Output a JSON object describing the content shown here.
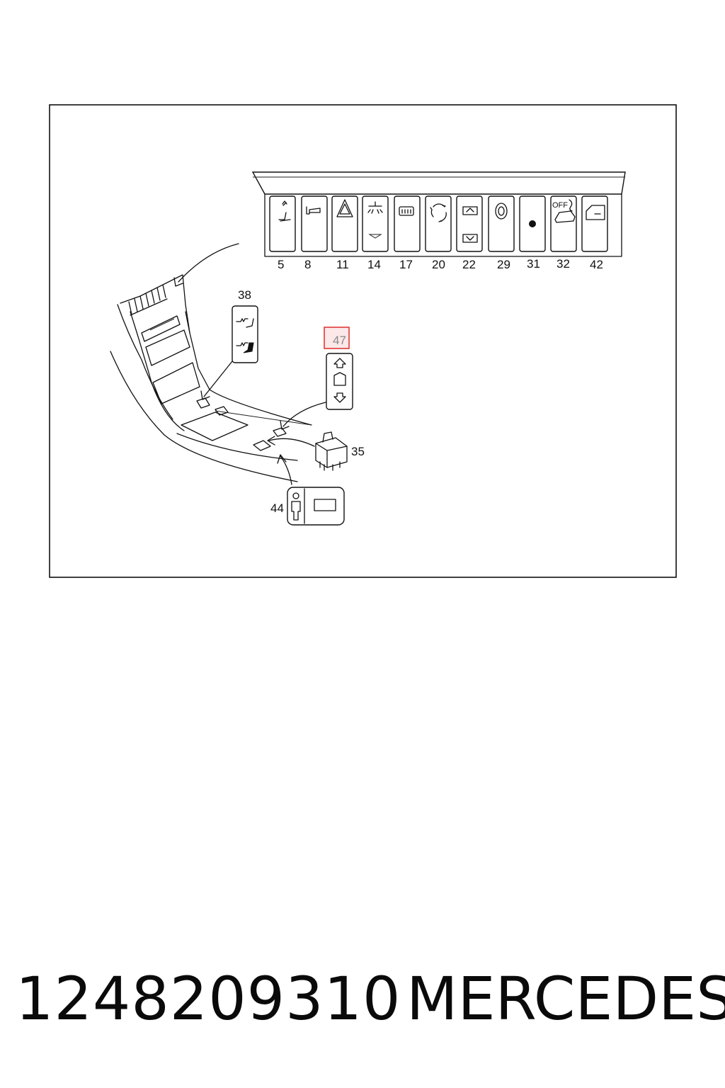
{
  "diagram": {
    "callouts": {
      "c5": "5",
      "c8": "8",
      "c11": "11",
      "c14": "14",
      "c17": "17",
      "c20": "20",
      "c22": "22",
      "c29": "29",
      "c31": "31",
      "c32": "32",
      "c42": "42",
      "c38": "38",
      "c47": "47",
      "c35": "35",
      "c44": "44"
    },
    "switch_32_text": "OFF",
    "highlight_color": "#e03a3a"
  },
  "footer": {
    "part_number": "1248209310",
    "brand": "MERCEDES"
  }
}
